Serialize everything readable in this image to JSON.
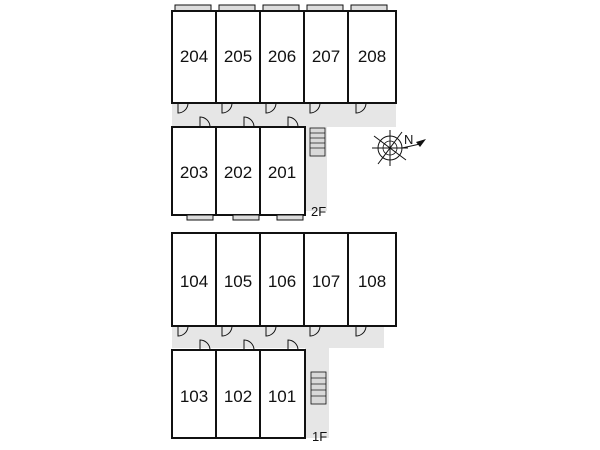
{
  "floors": [
    {
      "label": "2F",
      "rooms_top": [
        "204",
        "205",
        "206",
        "207",
        "208"
      ],
      "rooms_bottom": [
        "203",
        "202",
        "201"
      ]
    },
    {
      "label": "1F",
      "rooms_top": [
        "104",
        "105",
        "106",
        "107",
        "108"
      ],
      "rooms_bottom": [
        "103",
        "102",
        "101"
      ]
    }
  ],
  "compass": {
    "direction_label": "N",
    "icon": "compass-rose-icon"
  },
  "colors": {
    "wall": "#111111",
    "corridor": "#e6e6e6",
    "stair": "#d9d9d9"
  }
}
